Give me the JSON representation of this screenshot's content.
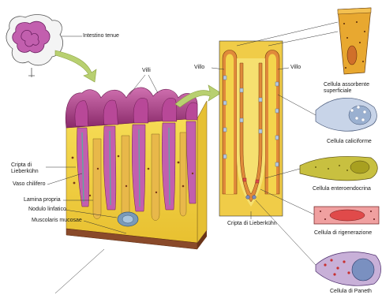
{
  "diagram": {
    "labels": {
      "intestine": "Intestino tenue",
      "villi_block": "Villi",
      "villo_left": "Villo",
      "villo_right": "Villo",
      "crypt_left": "Cripta di Lieberkühn",
      "vaso": "Vaso chilifero",
      "lamina": "Lamina propria",
      "nodulo": "Nodulo linfatico",
      "muscolaris": "Muscolaris mucosae",
      "crypt_detail": "Cripta di Lieberkühn",
      "cell_absorb": "Cellula assorbente superficiale",
      "cell_goblet": "Cellula caliciforme",
      "cell_entero": "Cellula enteroendocrina",
      "cell_regen": "Cellula di rigenerazione",
      "cell_paneth": "Cellula di Paneth"
    },
    "colors": {
      "lamina_yellow": "#f1d13a",
      "villus_pink": "#c2559a",
      "villus_dark": "#8a2a6a",
      "epithelium_orange": "#e08a3a",
      "muscle_brown": "#8a4a2a",
      "goblet_blue": "#b8c8e0",
      "regen_red": "#e04a4a",
      "arrow_green": "#b8d070",
      "stroke": "#333333"
    }
  }
}
